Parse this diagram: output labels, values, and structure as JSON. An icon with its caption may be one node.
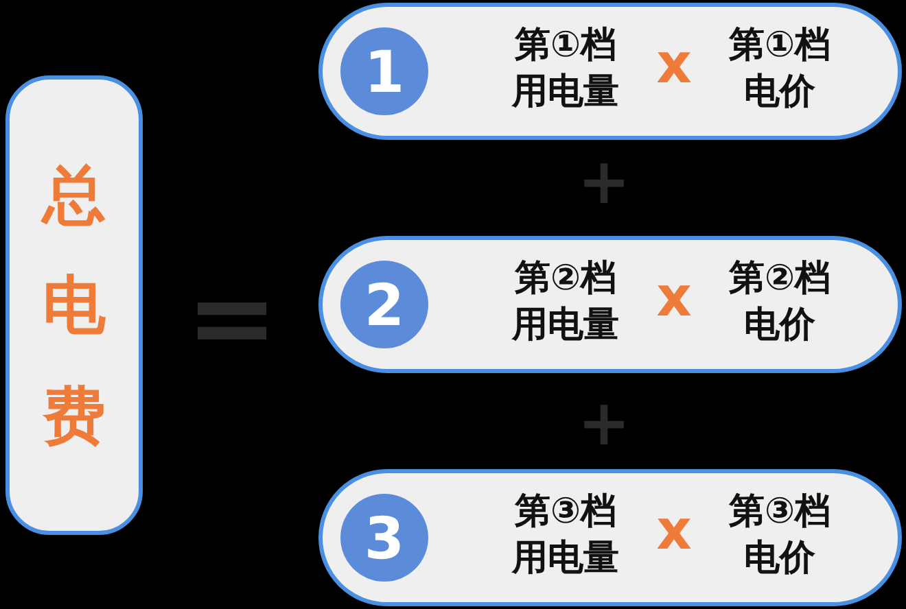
{
  "diagram": {
    "nodes": [
      {
        "text": [
          "总电费"
        ]
      },
      {
        "text": [
          "1",
          "第①档用电量",
          "x",
          "第①档电价"
        ]
      },
      {
        "text": [
          "2",
          "第②档用电量",
          "x",
          "第②档电价"
        ]
      },
      {
        "text": [
          "3",
          "第③档用电量",
          "x",
          "第③档电价"
        ]
      }
    ],
    "labels": [
      "+",
      "=",
      "+"
    ]
  }
}
